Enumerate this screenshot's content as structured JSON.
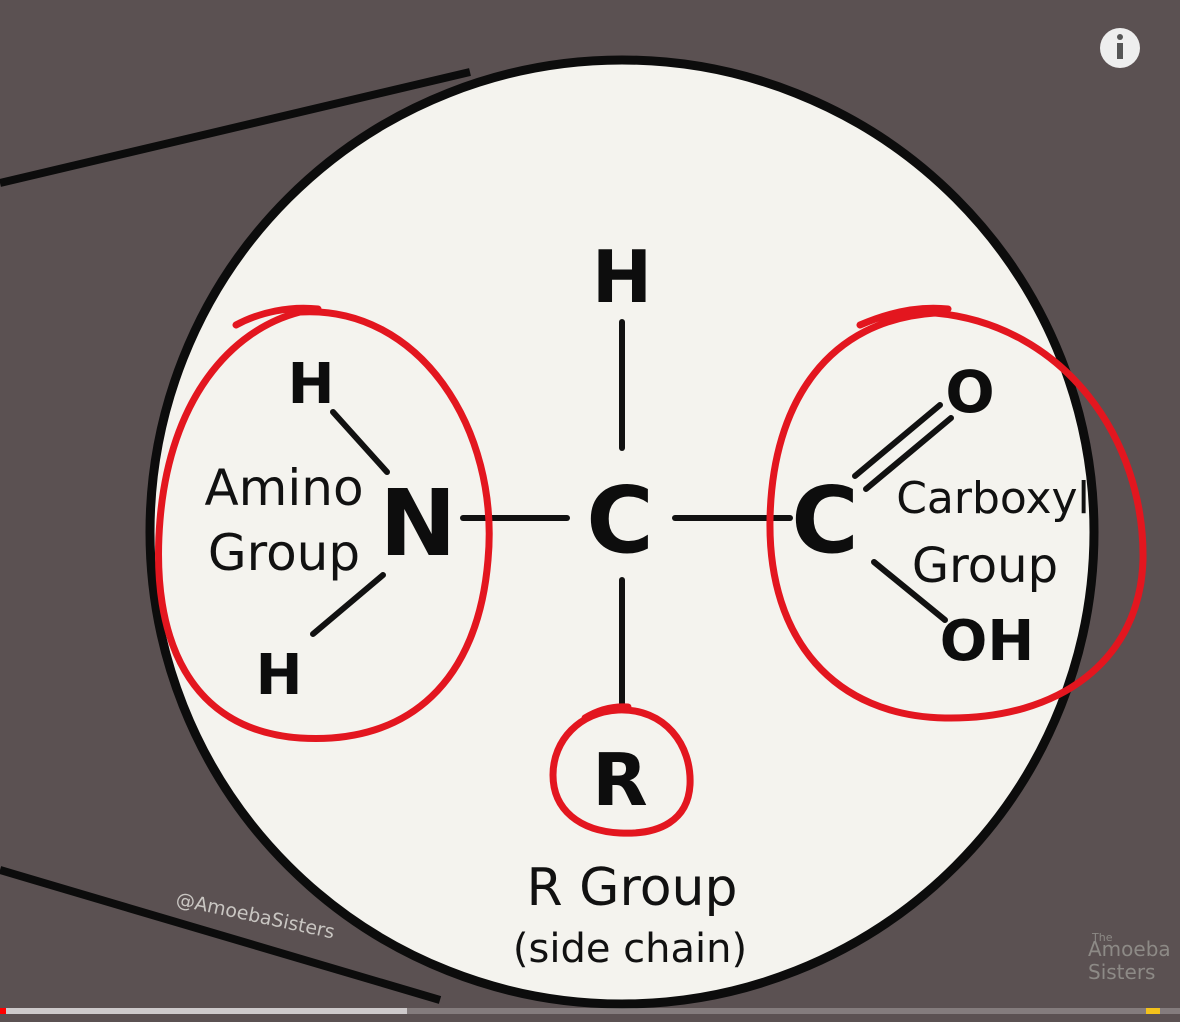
{
  "diagram": {
    "center_atom": "C",
    "top_atom": "H",
    "bottom_atom": "R",
    "amino": {
      "nitrogen": "N",
      "h_top": "H",
      "h_bottom": "H",
      "label_line1": "Amino",
      "label_line2": "Group"
    },
    "carboxyl": {
      "carbon": "C",
      "oxygen": "O",
      "hydroxyl": "OH",
      "label_line1": "Carboxyl",
      "label_line2": "Group"
    },
    "r_group": {
      "label_line1": "R Group",
      "label_line2": "(side chain)"
    }
  },
  "watermark": "@AmoebaSisters",
  "logo": {
    "line1": "The",
    "line2": "Amoeba",
    "line3": "Sisters"
  },
  "player": {
    "info_icon": "info-icon",
    "progress_fraction": 0.004,
    "buffered_fraction": 0.345
  },
  "colors": {
    "background": "#5b5152",
    "circle": "#f4f3ee",
    "highlight": "#e3161f"
  }
}
